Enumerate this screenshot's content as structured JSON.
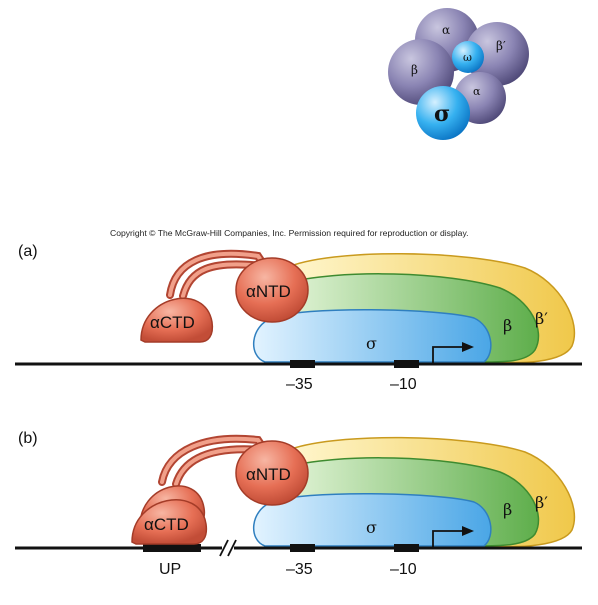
{
  "copyright": "Copyright © The McGraw-Hill Companies, Inc. Permission required for reproduction or display.",
  "polymerase_inset": {
    "subunits": [
      {
        "name": "alpha_top",
        "label": "α"
      },
      {
        "name": "beta_prime",
        "label": "β′"
      },
      {
        "name": "omega",
        "label": "ω"
      },
      {
        "name": "beta",
        "label": "β"
      },
      {
        "name": "alpha_right",
        "label": "α"
      },
      {
        "name": "sigma",
        "label": "σ"
      }
    ]
  },
  "panels": [
    {
      "tag": "(a)",
      "actd": "αCTD",
      "antd": "αNTD",
      "sigma": "σ",
      "beta": "β",
      "beta_prime": "β′",
      "minus35": "–35",
      "minus10": "–10"
    },
    {
      "tag": "(b)",
      "actd": "αCTD",
      "antd": "αNTD",
      "sigma": "σ",
      "beta": "β",
      "beta_prime": "β′",
      "minus35": "–35",
      "minus10": "–10",
      "up": "UP"
    }
  ],
  "colors": {
    "alpha_domain": "#e8735a",
    "beta": "#7cc15f",
    "beta_prime": "#f3d060",
    "sigma": "#67b6ea",
    "dna": "#111111"
  }
}
